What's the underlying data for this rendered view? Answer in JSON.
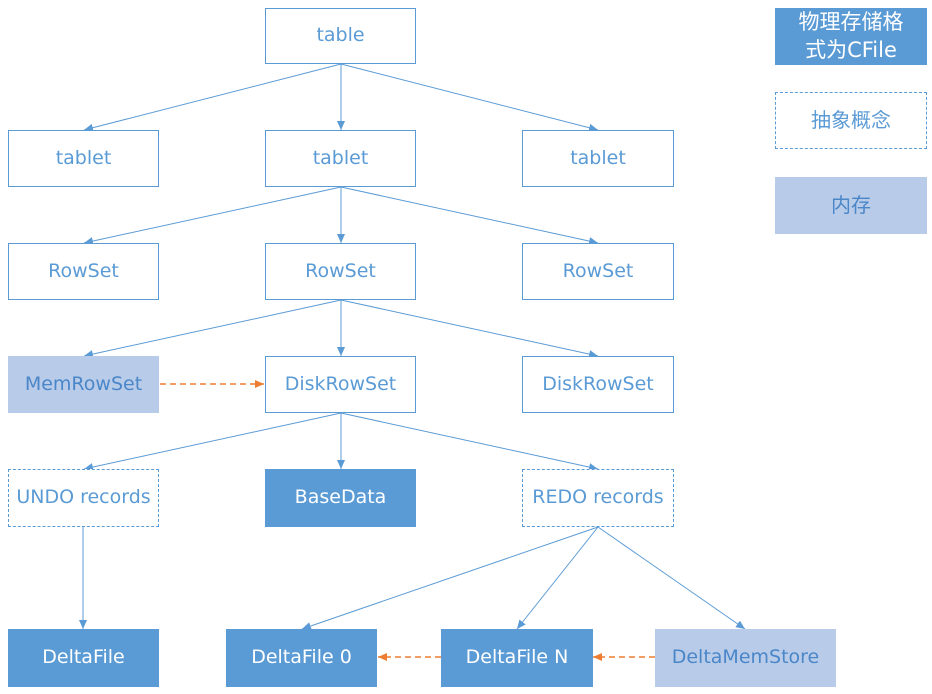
{
  "nodes": {
    "table": "table",
    "tablet_left": "tablet",
    "tablet_mid": "tablet",
    "tablet_right": "tablet",
    "rowset_left": "RowSet",
    "rowset_mid": "RowSet",
    "rowset_right": "RowSet",
    "memrowset": "MemRowSet",
    "diskrowset_mid": "DiskRowSet",
    "diskrowset_right": "DiskRowSet",
    "undo_records": "UNDO records",
    "basedata": "BaseData",
    "redo_records": "REDO records",
    "deltafile_undo": "DeltaFile",
    "deltafile_0": "DeltaFile 0",
    "deltafile_n": "DeltaFile N",
    "deltamemstore": "DeltaMemStore"
  },
  "legend": {
    "physical": "物理存储格式为CFile",
    "abstract": "抽象概念",
    "memory": "内存"
  },
  "colors": {
    "line": "#5b9bd5",
    "node_fill": "#5b9bd5",
    "memory_fill": "#b8cce9",
    "flow_arrow": "#ed7d31"
  }
}
